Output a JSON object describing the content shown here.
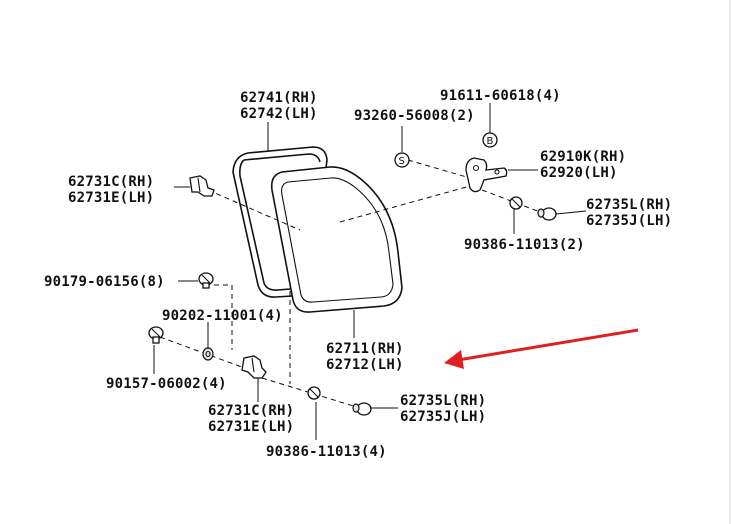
{
  "diagram": {
    "labels": {
      "p62741": "62741(RH)",
      "p62742": "62742(LH)",
      "p91611": "91611-60618(4)",
      "p93260": "93260-56008(2)",
      "p62910K": "62910K(RH)",
      "p62920": "62920(LH)",
      "p62731C_top": "62731C(RH)",
      "p62731E_top": "62731E(LH)",
      "p62735L_top": "62735L(RH)",
      "p62735J_top": "62735J(LH)",
      "p90386_top": "90386-11013(2)",
      "p90179": "90179-06156(8)",
      "p90202": "90202-11001(4)",
      "p62711": "62711(RH)",
      "p62712": "62712(LH)",
      "p90157": "90157-06002(4)",
      "p62731C_bot": "62731C(RH)",
      "p62731E_bot": "62731E(LH)",
      "p62735L_bot": "62735L(RH)",
      "p62735J_bot": "62735J(LH)",
      "p90386_bot": "90386-11013(4)"
    },
    "callouts": {
      "s_marker": "S",
      "b_marker": "B"
    },
    "colors": {
      "line": "#111111",
      "arrow": "#e02020",
      "background": "#ffffff"
    }
  }
}
